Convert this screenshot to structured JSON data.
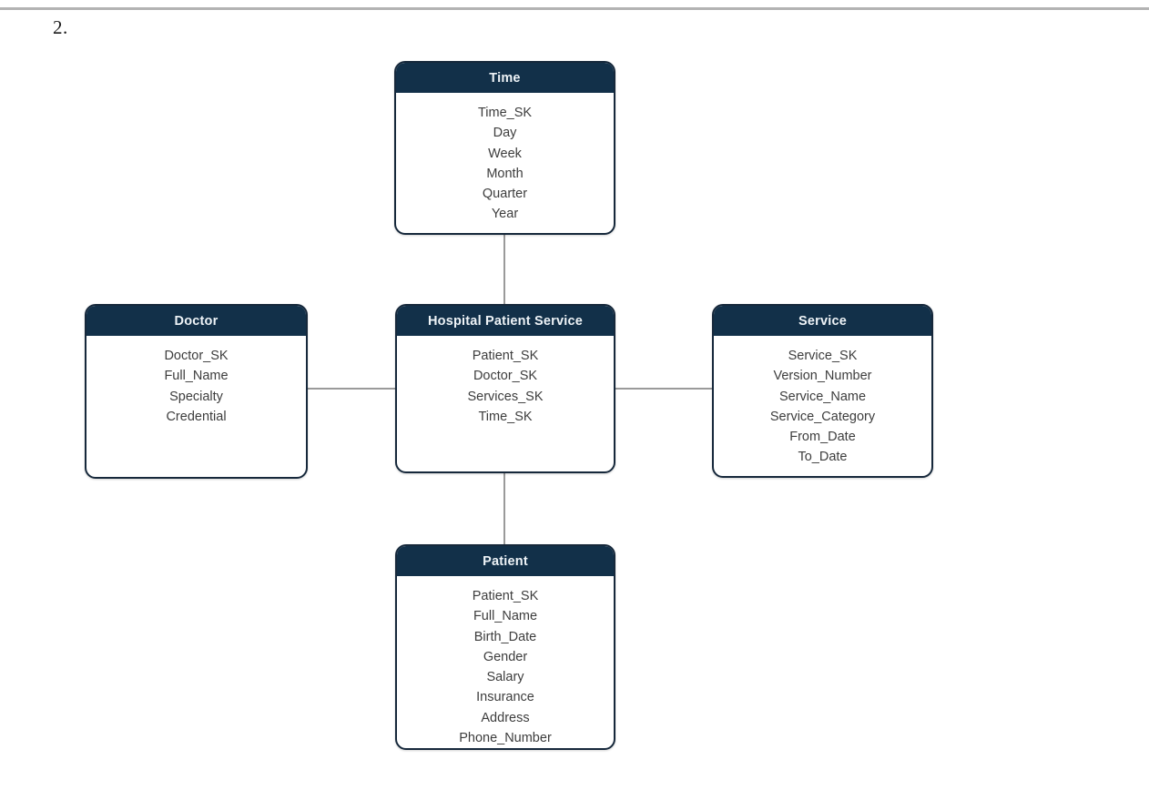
{
  "document": {
    "list_number": "2.",
    "colors": {
      "header_fill": "#123049",
      "box_border": "#16283b",
      "connector": "#9a9a9a",
      "header_text": "#eef3f7",
      "field_text": "#3d3d3d",
      "page_rule": "#b3b3b3"
    }
  },
  "diagram": {
    "type": "star-schema",
    "fact_table": "Hospital Patient Service",
    "entities": [
      {
        "id": "time",
        "title": "Time",
        "role": "dimension",
        "position": "top",
        "fields": [
          "Time_SK",
          "Day",
          "Week",
          "Month",
          "Quarter",
          "Year"
        ]
      },
      {
        "id": "doctor",
        "title": "Doctor",
        "role": "dimension",
        "position": "left",
        "fields": [
          "Doctor_SK",
          "Full_Name",
          "Specialty",
          "Credential"
        ]
      },
      {
        "id": "hospital-patient-service",
        "title": "Hospital Patient Service",
        "role": "fact",
        "position": "center",
        "fields": [
          "Patient_SK",
          "Doctor_SK",
          "Services_SK",
          "Time_SK"
        ]
      },
      {
        "id": "service",
        "title": "Service",
        "role": "dimension",
        "position": "right",
        "fields": [
          "Service_SK",
          "Version_Number",
          "Service_Name",
          "Service_Category",
          "From_Date",
          "To_Date"
        ]
      },
      {
        "id": "patient",
        "title": "Patient",
        "role": "dimension",
        "position": "bottom",
        "fields": [
          "Patient_SK",
          "Full_Name",
          "Birth_Date",
          "Gender",
          "Salary",
          "Insurance",
          "Address",
          "Phone_Number"
        ]
      }
    ],
    "relationships": [
      {
        "from": "time",
        "to": "hospital-patient-service",
        "orientation": "vertical"
      },
      {
        "from": "doctor",
        "to": "hospital-patient-service",
        "orientation": "horizontal"
      },
      {
        "from": "service",
        "to": "hospital-patient-service",
        "orientation": "horizontal"
      },
      {
        "from": "patient",
        "to": "hospital-patient-service",
        "orientation": "vertical"
      }
    ]
  }
}
